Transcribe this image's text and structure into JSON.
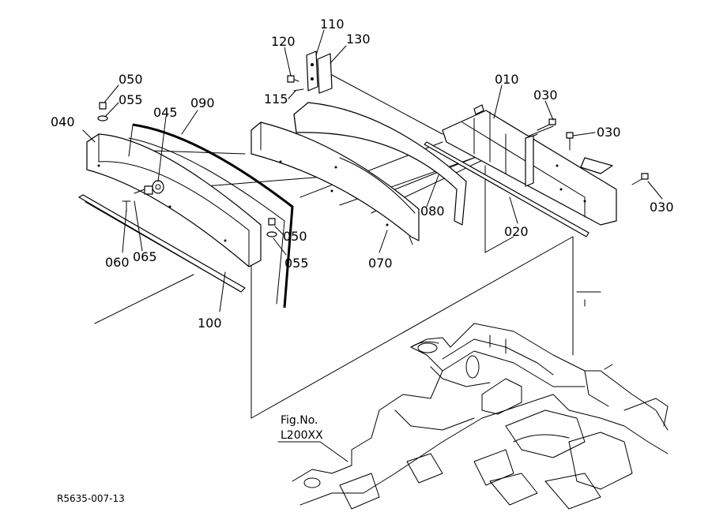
{
  "labels": {
    "p010": "010",
    "p020": "020",
    "p030a": "030",
    "p030b": "030",
    "p030c": "030",
    "p040": "040",
    "p045": "045",
    "p050a": "050",
    "p050b": "050",
    "p055a": "055",
    "p055b": "055",
    "p060": "060",
    "p065": "065",
    "p070": "070",
    "p080": "080",
    "p090": "090",
    "p100": "100",
    "p110": "110",
    "p115": "115",
    "p120": "120",
    "p130": "130"
  },
  "reference": {
    "line1": "Fig.No.",
    "line2": "L200XX"
  },
  "drawing_code": "R5635-007-13"
}
